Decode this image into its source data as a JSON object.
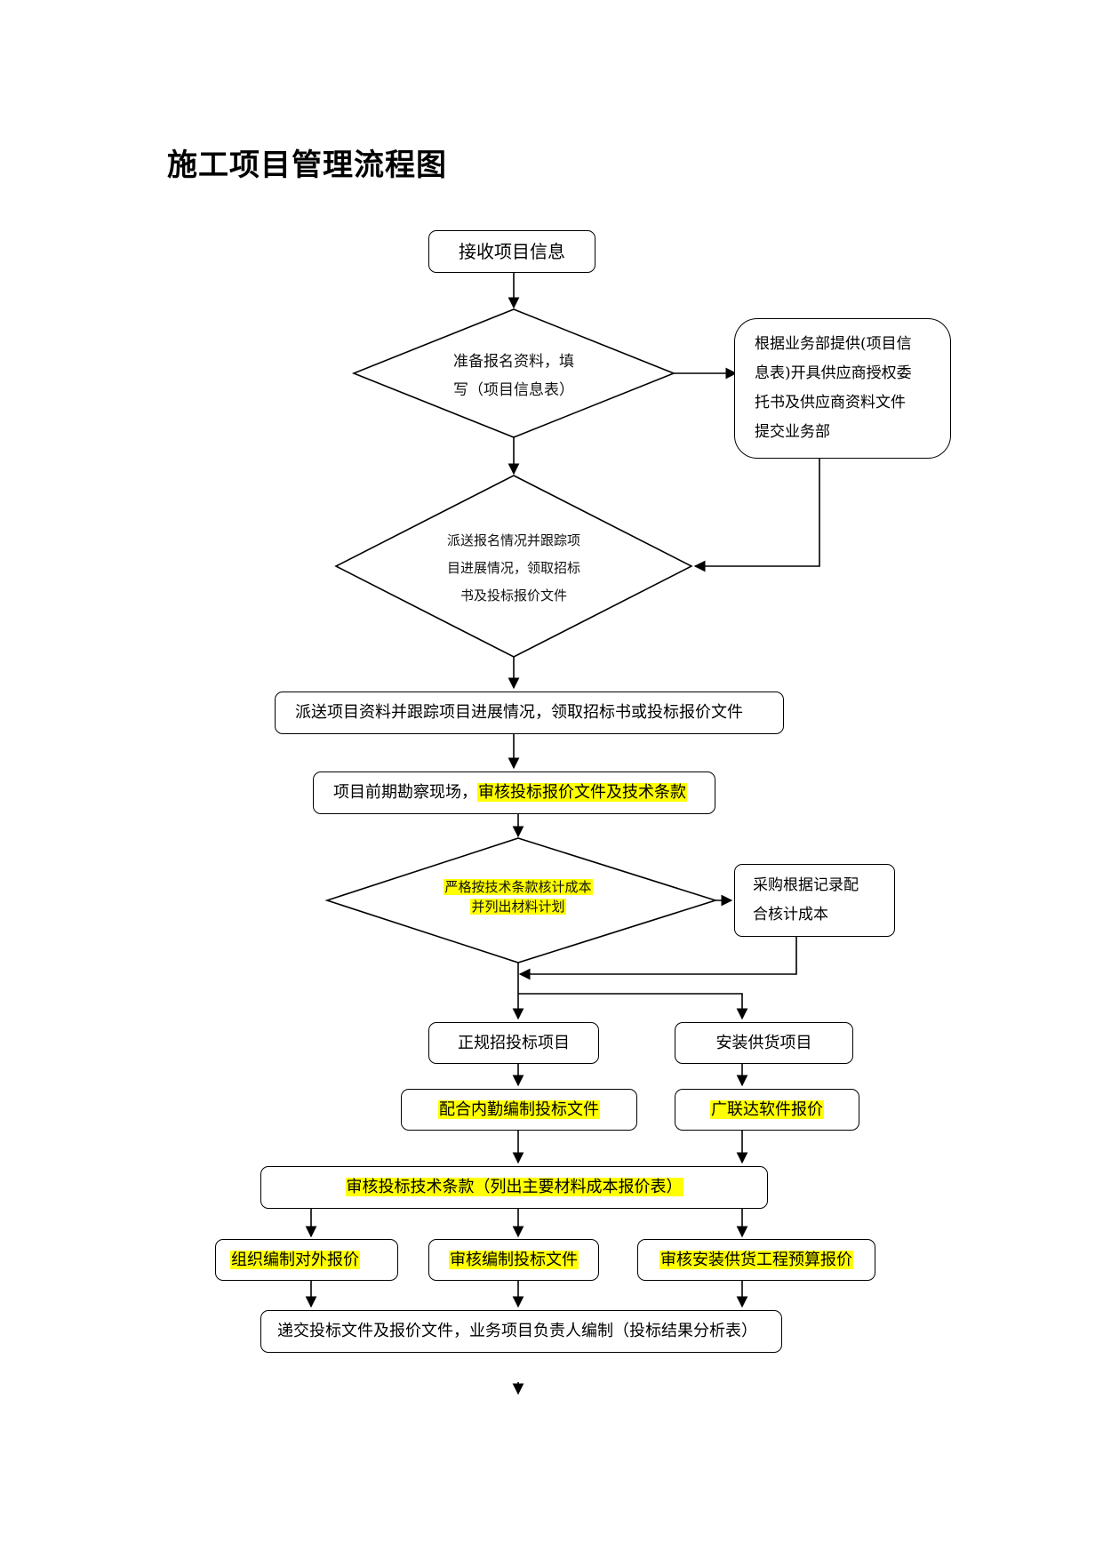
{
  "title": "施工项目管理流程图",
  "nodes": {
    "receive_info": "接收项目信息",
    "prepare_reg": [
      "准备报名资料，填",
      "写（项目信息表）"
    ],
    "dept_support": [
      "根据业务部提供(项目信",
      "息表)开具供应商授权委",
      "托书及供应商资料文件",
      "提交业务部"
    ],
    "dispatch_reg": [
      "派送报名情况并跟踪项",
      "目进展情况，领取招标",
      "书及投标报价文件"
    ],
    "dispatch_docs": "派送项目资料并跟踪项目进展情况，领取招标书或投标报价文件",
    "site_survey_plain": "项目前期勘察现场，",
    "site_survey_hl": "审核投标报价文件及技术条款",
    "strict_cost": [
      "严格按技术条款核计成本",
      "并列出材料计划"
    ],
    "purchase": [
      "采购根据记录配",
      "合核计成本"
    ],
    "formal_bid": "正规招投标项目",
    "install_supply": "安装供货项目",
    "assist_docs": "配合内勤编制投标文件",
    "glodon": "广联达软件报价",
    "review_terms": "审核投标技术条款（列出主要材料成本报价表）",
    "org_quote": "组织编制对外报价",
    "review_docs": "审核编制投标文件",
    "review_install": "审核安装供货工程预算报价",
    "submit": "递交投标文件及报价文件，业务项目负责人编制（投标结果分析表）"
  },
  "colors": {
    "highlight": "#ffff00",
    "line": "#000000"
  }
}
